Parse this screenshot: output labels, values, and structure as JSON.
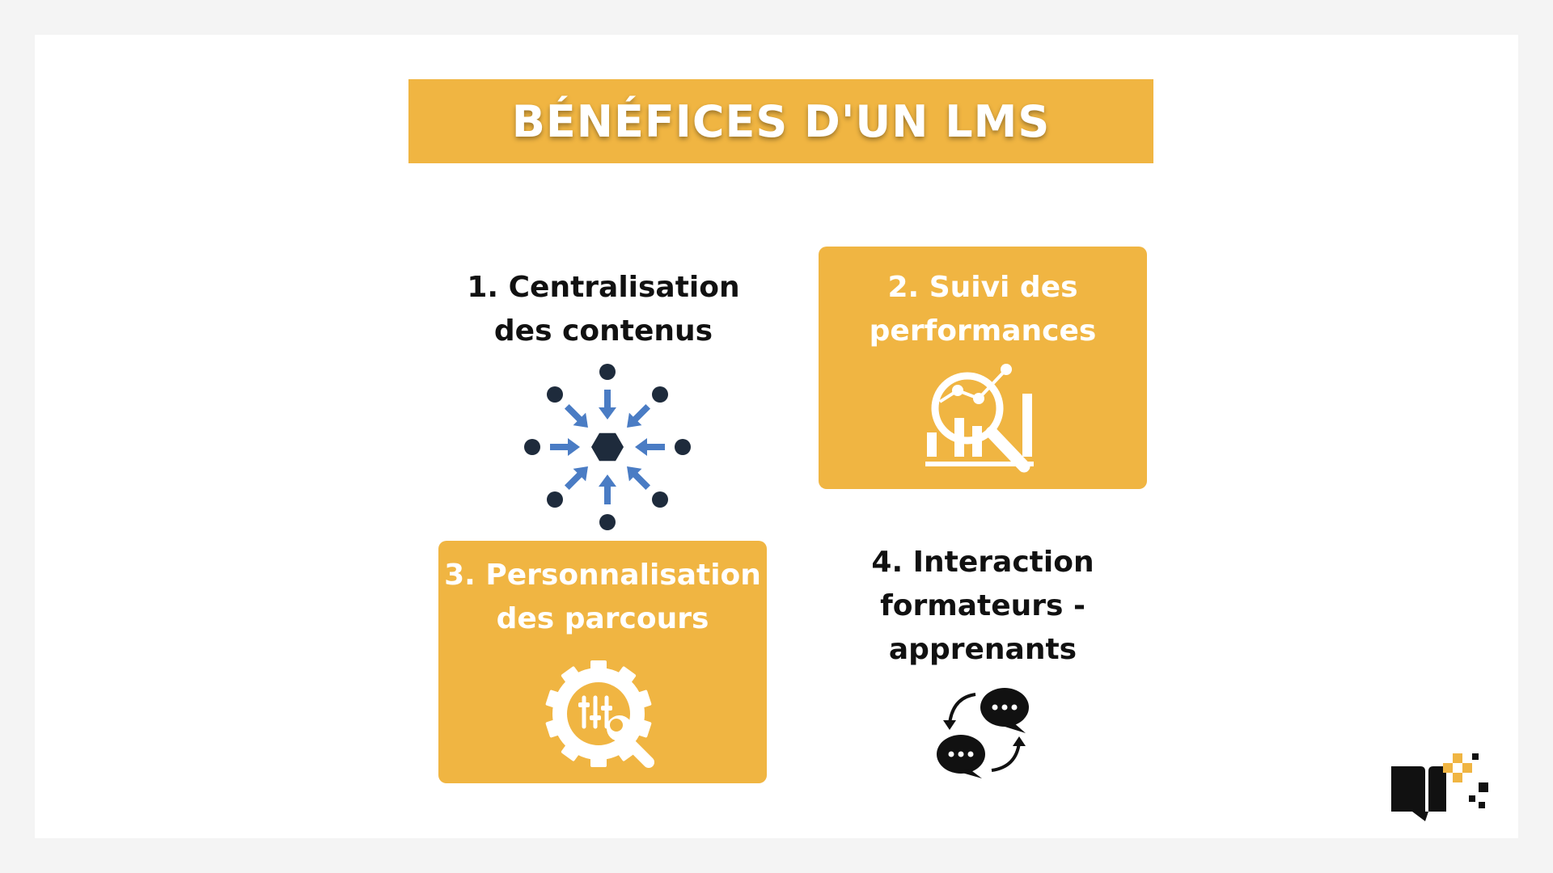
{
  "title": "BÉNÉFICES D'UN LMS",
  "benefits": [
    {
      "label": "1. Centralisation\ndes contenus",
      "icon": "centralization-hub-icon"
    },
    {
      "label": "2. Suivi des\nperformances",
      "icon": "magnifier-chart-icon"
    },
    {
      "label": "3. Personnalisation\ndes parcours",
      "icon": "gear-wrench-settings-icon"
    },
    {
      "label": "4. Interaction\nformateurs -\napprenants",
      "icon": "chat-exchange-icon"
    }
  ],
  "colors": {
    "accent": "#f0b542",
    "navy": "#1e2b3c",
    "arrow_blue": "#4a7cc4"
  },
  "logo": "brand-logo-icon"
}
